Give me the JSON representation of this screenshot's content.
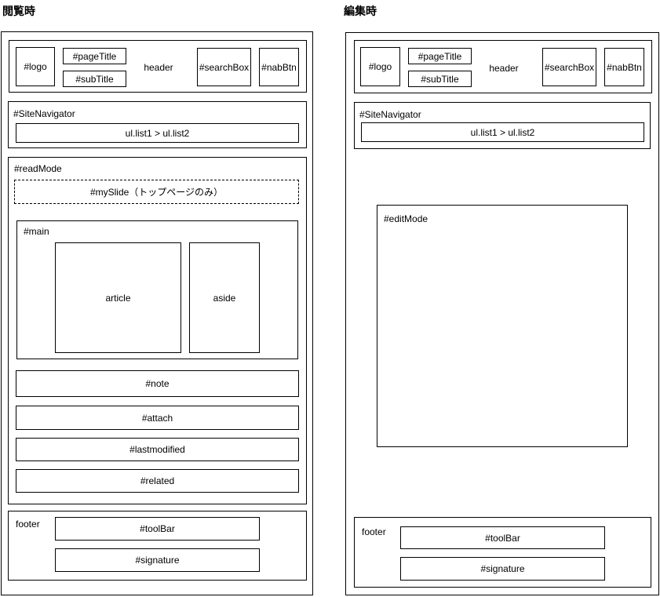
{
  "left_diagram": {
    "title": "閲覧時",
    "header": {
      "label": "header",
      "logo": "#logo",
      "page_title": "#pageTitle",
      "sub_title": "#subTitle",
      "search_box": "#searchBox",
      "nab_btn": "#nabBtn"
    },
    "site_navigator": {
      "label": "#SiteNavigator",
      "list": "ul.list1 > ul.list2"
    },
    "read_mode": {
      "label": "#readMode",
      "my_slide": "#mySlide（トップページのみ）",
      "main": {
        "label": "#main",
        "article": "article",
        "aside": "aside"
      },
      "note": "#note",
      "attach": "#attach",
      "lastmodified": "#lastmodified",
      "related": "#related"
    },
    "footer": {
      "label": "footer",
      "tool_bar": "#toolBar",
      "signature": "#signature"
    }
  },
  "right_diagram": {
    "title": "編集時",
    "header": {
      "label": "header",
      "logo": "#logo",
      "page_title": "#pageTitle",
      "sub_title": "#subTitle",
      "search_box": "#searchBox",
      "nab_btn": "#nabBtn"
    },
    "site_navigator": {
      "label": "#SiteNavigator",
      "list": "ul.list1 > ul.list2"
    },
    "edit_mode": {
      "label": "#editMode"
    },
    "footer": {
      "label": "footer",
      "tool_bar": "#toolBar",
      "signature": "#signature"
    }
  },
  "colors": {
    "line": "#000000",
    "background": "#ffffff"
  }
}
